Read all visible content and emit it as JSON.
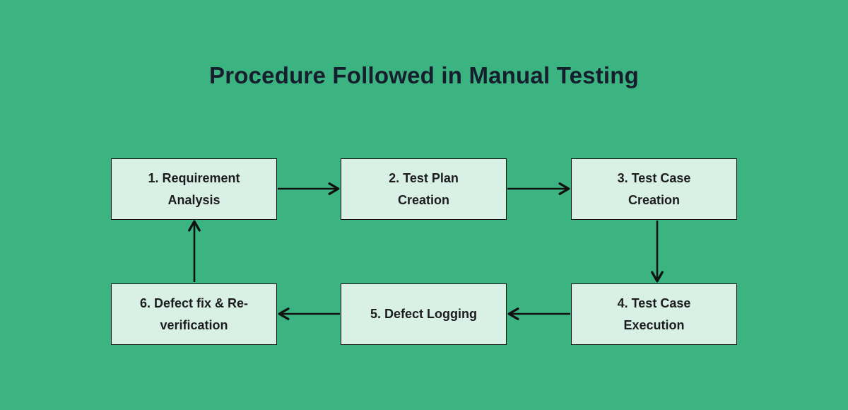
{
  "title": "Procedure Followed in Manual Testing",
  "colors": {
    "background": "#3cb481",
    "box_fill": "#d8f0e6",
    "box_border": "#111111",
    "arrow": "#111111",
    "title_text": "#161d2d",
    "box_text": "#1c1c1c"
  },
  "diagram": {
    "type": "flowchart",
    "boxes": [
      {
        "id": 1,
        "line1": "1. Requirement",
        "line2": "Analysis"
      },
      {
        "id": 2,
        "line1": "2. Test Plan",
        "line2": "Creation"
      },
      {
        "id": 3,
        "line1": "3. Test Case",
        "line2": "Creation"
      },
      {
        "id": 4,
        "line1": "4. Test Case",
        "line2": "Execution"
      },
      {
        "id": 5,
        "line1": "5. Defect Logging"
      },
      {
        "id": 6,
        "line1": "6. Defect fix & Re-",
        "line2": "verification"
      }
    ],
    "connections": [
      {
        "from": 1,
        "to": 2
      },
      {
        "from": 2,
        "to": 3
      },
      {
        "from": 3,
        "to": 4
      },
      {
        "from": 4,
        "to": 5
      },
      {
        "from": 5,
        "to": 6
      },
      {
        "from": 6,
        "to": 1
      }
    ]
  }
}
